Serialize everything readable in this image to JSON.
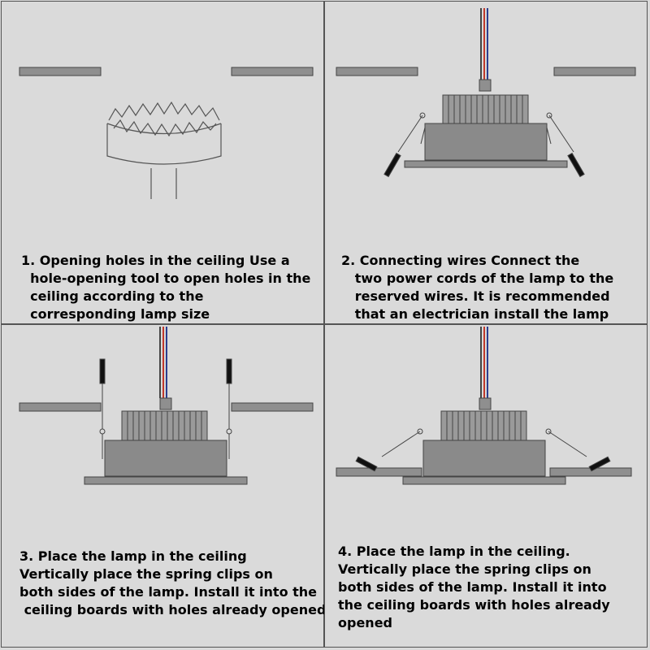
{
  "steps": [
    {
      "caption": "1. Opening holes in the ceiling Use a\n  hole-opening tool to open holes in the\n  ceiling according to the\n  corresponding lamp size"
    },
    {
      "caption": "2. Connecting wires Connect the\n   two power cords of the lamp to the\n   reserved wires. It is recommended\n   that an electrician install the lamp"
    },
    {
      "caption": "3. Place the lamp in the ceiling\nVertically place the spring clips on\nboth sides of the lamp. Install it into the\n ceiling boards with holes already opened"
    },
    {
      "caption": "4. Place the lamp in the ceiling.\nVertically place the spring clips on\nboth sides of the lamp. Install it into\nthe ceiling boards with holes already\nopened"
    }
  ],
  "colors": {
    "background": "#dadada",
    "board": "#8f8f8f",
    "outline": "#444444",
    "wire_red": "#c0392b",
    "wire_blue": "#2c3e8f"
  }
}
